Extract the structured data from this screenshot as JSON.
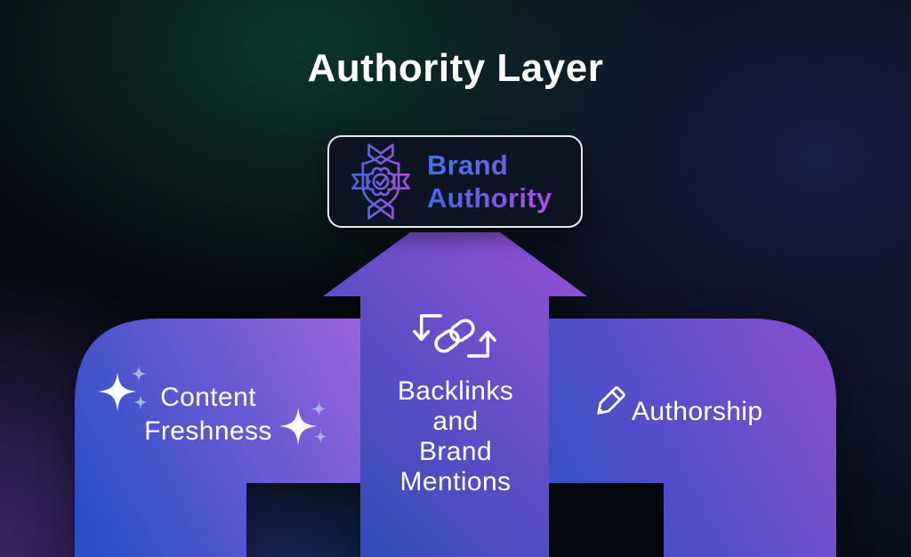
{
  "title": "Authority Layer",
  "brand_box": {
    "line1": "Brand",
    "line2": "Authority",
    "icon": "award-badge-shield-check-icon"
  },
  "pillars": {
    "content_freshness": {
      "line1": "Content",
      "line2": "Freshness",
      "icon": "sparkles-icon"
    },
    "backlinks": {
      "lines": [
        "Backlinks",
        "and",
        "Brand",
        "Mentions"
      ],
      "icon": "link-exchange-arrows-icon"
    },
    "authorship": {
      "label": "Authorship",
      "icon": "pencil-icon"
    }
  },
  "colors": {
    "background_base": "#05090f",
    "glow_teal": "#115440",
    "glow_indigo": "#282e70",
    "glow_purple": "#583598",
    "shape_blue": "#2b50c5",
    "shape_purple": "#9b63de",
    "arrow_blue": "#2e4cb8",
    "arrow_purple": "#9050d5",
    "card_background": "#0b1420",
    "card_border": "#e6ecf3",
    "brand_text_gradient_start": "#3d6ae8",
    "brand_text_gradient_end": "#b24be8",
    "sparkle_small": "#a9b3ea",
    "label_text": "#ffffff"
  }
}
